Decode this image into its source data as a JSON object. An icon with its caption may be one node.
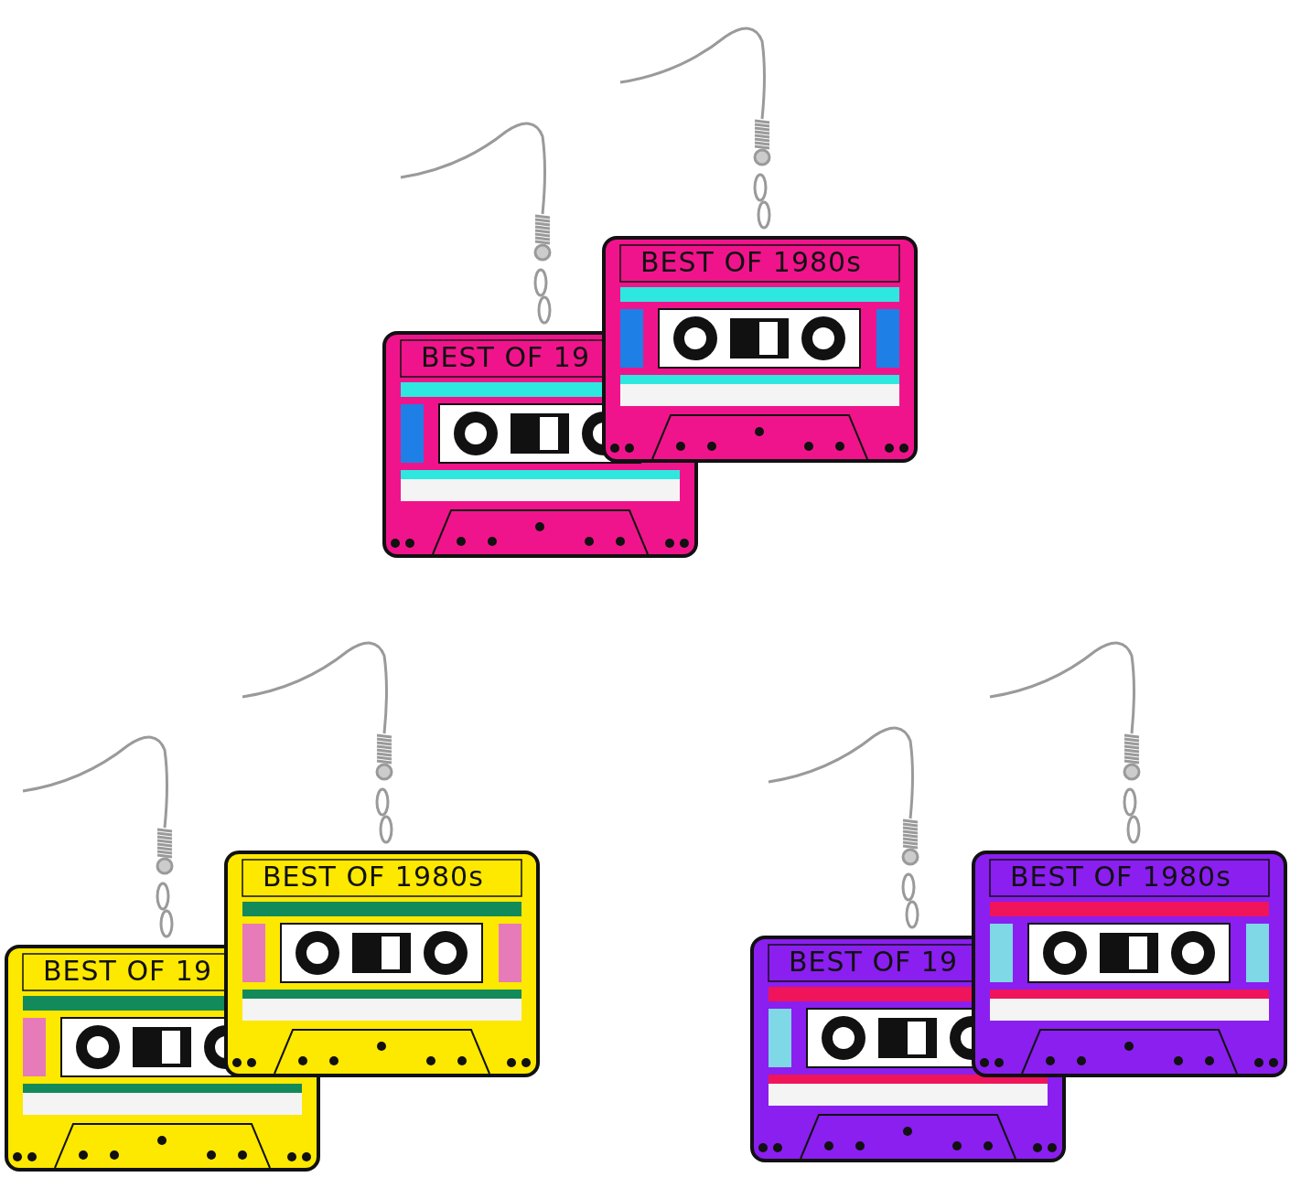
{
  "diagram": {
    "labels": [
      "BEST OF 19",
      "BEST OF 1980s",
      "BEST OF 19",
      "BEST OF 1980s",
      "BEST OF 19",
      "BEST OF 1980s"
    ]
  }
}
